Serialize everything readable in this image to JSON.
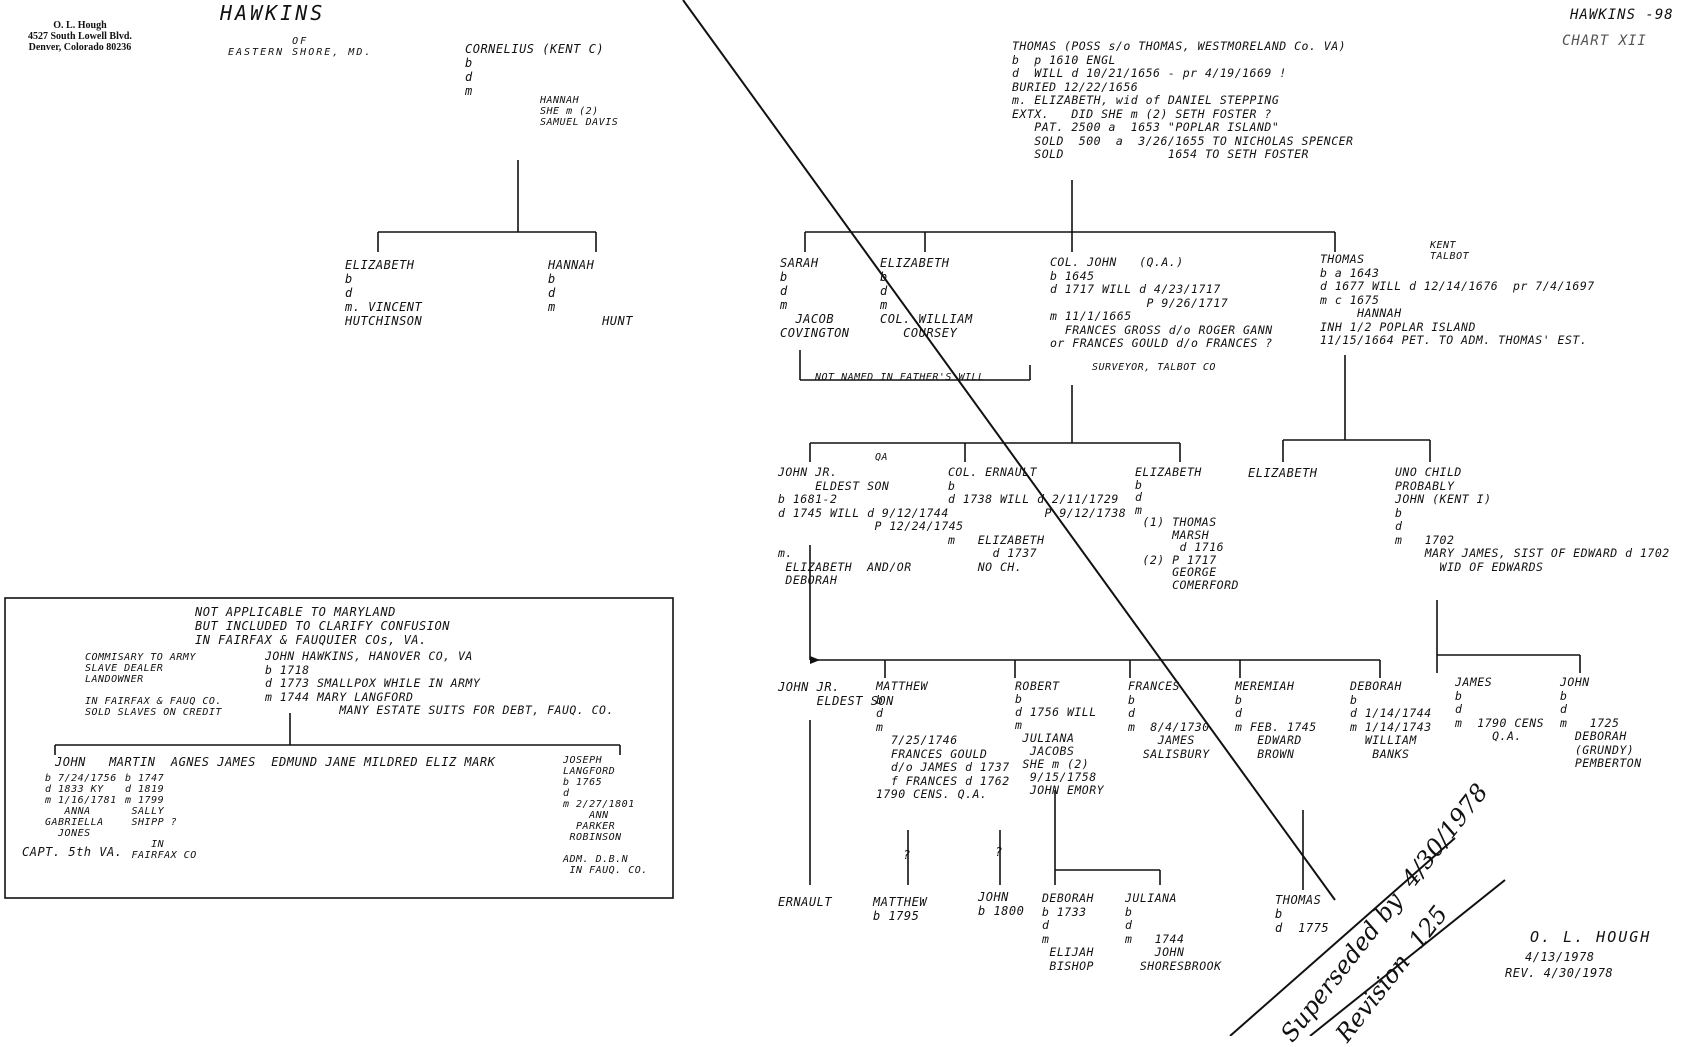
{
  "header": {
    "address": "O. L. Hough\n4527 South Lowell Blvd.\nDenver, Colorado 80236",
    "title": "HAWKINS",
    "subtitle": "OF\nEASTERN SHORE, MD.",
    "chart_id": "HAWKINS -98",
    "chart_no": "CHART XII"
  },
  "persons": {
    "cornelius": "CORNELIUS (KENT C)\nb\nd\nm",
    "hannah_w": "HANNAH\nSHE m (2)\nSAMUEL DAVIS",
    "thomas_root": "THOMAS (POSS s/o THOMAS, WESTMORELAND Co. VA)\nb  p 1610 ENGL\nd  WILL d 10/21/1656 - pr 4/19/1669 !\nBURIED 12/22/1656\nm. ELIZABETH, wid of DANIEL STEPPING\nEXTX.   DID SHE m (2) SETH FOSTER ?\n   PAT. 2500 a  1653 \"POPLAR ISLAND\"\n   SOLD  500  a  3/26/1655 TO NICHOLAS SPENCER\n   SOLD              1654 TO SETH FOSTER",
    "elizabeth_c": "ELIZABETH\nb\nd\nm. VINCENT\nHUTCHINSON",
    "hannah_c": "HANNAH\nb\nd\nm\n       HUNT",
    "sarah": "SARAH\nb\nd\nm\n  JACOB\nCOVINGTON",
    "elizabeth_t": "ELIZABETH\nb\nd\nm\nCOL. WILLIAM\n   COURSEY",
    "coljohn": "COL. JOHN   (Q.A.)\nb 1645\nd 1717 WILL d 4/23/1717\n             P 9/26/1717\nm 11/1/1665\n  FRANCES GROSS d/o ROGER GANN\nor FRANCES GOULD d/o FRANCES ?",
    "thomas_j": "THOMAS\nb a 1643\nd 1677 WILL d 12/14/1676  pr 7/4/1697\nm c 1675\n     HANNAH\nINH 1/2 POPLAR ISLAND\n11/15/1664 PET. TO ADM. THOMAS' EST.",
    "kent_talbot": "KENT\nTALBOT",
    "not_named": "NOT NAMED IN FATHER'S WILL",
    "surveyor": "SURVEYOR, TALBOT CO",
    "john_jr": "JOHN JR.\n     ELDEST SON\nb 1681-2\nd 1745 WILL d 9/12/1744\n             P 12/24/1745\n\nm.\n ELIZABETH  AND/OR\n DEBORAH",
    "qa": "QA",
    "col_ernault": "COL. ERNAULT\nb\nd 1738 WILL d 2/11/1729\n             P 9/12/1738\n\nm   ELIZABETH\n      d 1737\n    NO CH.",
    "elizabeth_g": "ELIZABETH\nb\nd\nm\n (1) THOMAS\n     MARSH\n      d 1716\n (2) P 1717\n     GEORGE\n     COMERFORD",
    "elizabeth_j": "ELIZABETH",
    "john_kent": "UNO CHILD\nPROBABLY\nJOHN (KENT I)\nb\nd\nm   1702\n    MARY JAMES, SIST OF EDWARD d 1702\n      WID OF EDWARDS",
    "john_jr2": "JOHN JR.\n     ELDEST SON",
    "matthew": "MATTHEW\nb\nd\nm\n  7/25/1746\n  FRANCES GOULD\n  d/o JAMES d 1737\n  f FRANCES d 1762\n1790 CENS. Q.A.",
    "robert": "ROBERT\nb\nd 1756 WILL\nm\n JULIANA\n  JACOBS\n SHE m (2)\n  9/15/1758\n  JOHN EMORY",
    "frances": "FRANCES\nb\nd\nm  8/4/1730\n    JAMES\n  SALISBURY",
    "meremiah": "MEREMIAH\nb\nd\nm FEB. 1745\n   EDWARD\n   BROWN",
    "deborah_g": "DEBORAH\nb\nd 1/14/1744\nm 1/14/1743\n  WILLIAM\n   BANKS",
    "james": "JAMES\nb\nd\nm  1790 CENS\n     Q.A.",
    "john_p": "JOHN\nb\nd\nm   1725\n  DEBORAH\n  (GRUNDY)\n  PEMBERTON",
    "ernault": "ERNAULT",
    "matthew2": "MATTHEW\nb 1795",
    "john2": "JOHN\nb 1800",
    "deborah2": "DEBORAH\nb 1733\nd\nm\n ELIJAH\n BISHOP",
    "juliana": "JULIANA\nb\nd\nm   1744\n    JOHN\n  SHORESBROOK",
    "thomas3": "THOMAS\nb\nd  1775",
    "q1": "?",
    "q2": "?"
  },
  "virginia_box": {
    "title": "NOT APPLICABLE TO MARYLAND\nBUT INCLUDED TO CLARIFY CONFUSION\nIN FAIRFAX & FAUQUIER COs, VA.",
    "notes": "COMMISARY TO ARMY\nSLAVE DEALER\nLANDOWNER\n\nIN FAIRFAX & FAUQ CO.\nSOLD SLAVES ON CREDIT",
    "john_hawkins": "JOHN HAWKINS, HANOVER CO, VA\nb 1718\nd 1773 SMALLPOX WHILE IN ARMY\nm 1744 MARY LANGFORD\n          MANY ESTATE SUITS FOR DEBT, FAUQ. CO.",
    "children_row": "JOHN   MARTIN  AGNES JAMES  EDMUND JANE MILDRED ELIZ MARK",
    "john_v": "b 7/24/1756\nd 1833 KY\nm 1/16/1781\n   ANNA\nGABRIELLA\n  JONES",
    "capt": "CAPT. 5th VA.",
    "martin_v": "b 1747\nd 1819\nm 1799\n SALLY\n SHIPP ?\n\n    IN\n FAIRFAX CO",
    "joseph_v": "JOSEPH\nLANGFORD\nb 1765\nd\nm 2/27/1801\n    ANN\n  PARKER\n ROBINSON\n\nADM. D.B.N\n IN FAUQ. CO."
  },
  "stamp": {
    "line1": "Superseded by  4/30/1978",
    "line2": "Revision  125"
  },
  "signature": {
    "name": "O. L. HOUGH",
    "date": "4/13/1978",
    "rev": "REV. 4/30/1978"
  }
}
